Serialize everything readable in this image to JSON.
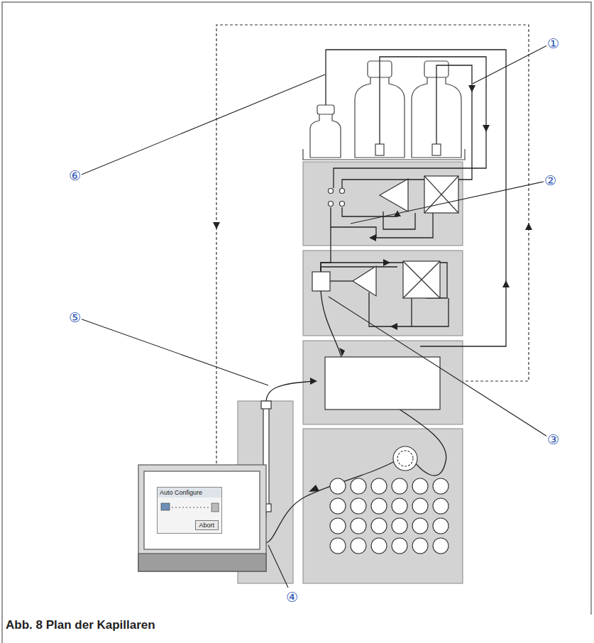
{
  "diagram": {
    "caption": "Abb. 8 Plan der Kapillaren",
    "nodes": [
      {
        "text": [
          "Auto Configure"
        ]
      },
      {
        "text": [
          "Abort"
        ],
        "in": 0
      }
    ],
    "labels": [
      "①",
      "②",
      "③",
      "④",
      "⑤",
      "⑥"
    ]
  }
}
